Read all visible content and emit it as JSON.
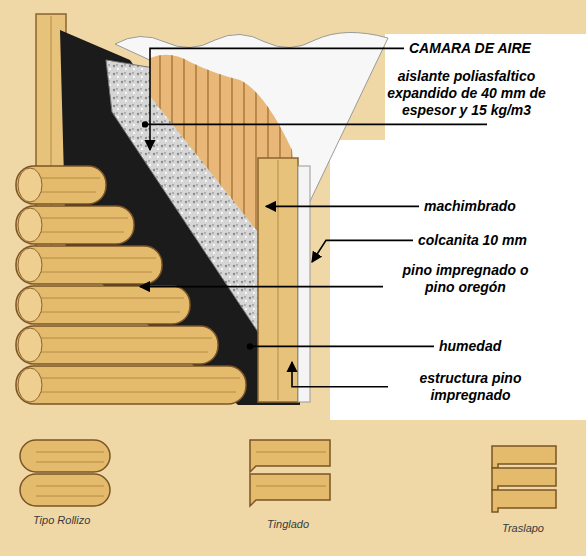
{
  "diagram": {
    "labels": [
      "CAMARA DE AIRE",
      "aislante poliasfaltico expandido de 40 mm de espesor y 15 kg/m3",
      "machimbrado",
      "colcanita 10 mm",
      "pino impregnado o pino oregón",
      "humedad",
      "estructura pino impregnado",
      "Tipo Rollizo",
      "Tinglado",
      "Traslapo"
    ]
  }
}
